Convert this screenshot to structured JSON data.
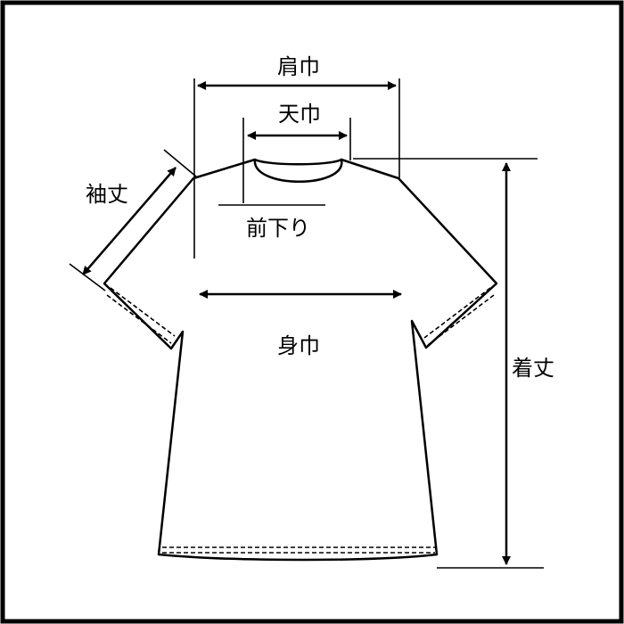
{
  "labels": {
    "shoulder_width": "肩巾",
    "neck_width": "天巾",
    "sleeve_length": "袖丈",
    "neck_drop": "前下り",
    "body_width": "身巾",
    "total_length": "着丈"
  },
  "colors": {
    "line": "#000000",
    "background": "#ffffff"
  }
}
